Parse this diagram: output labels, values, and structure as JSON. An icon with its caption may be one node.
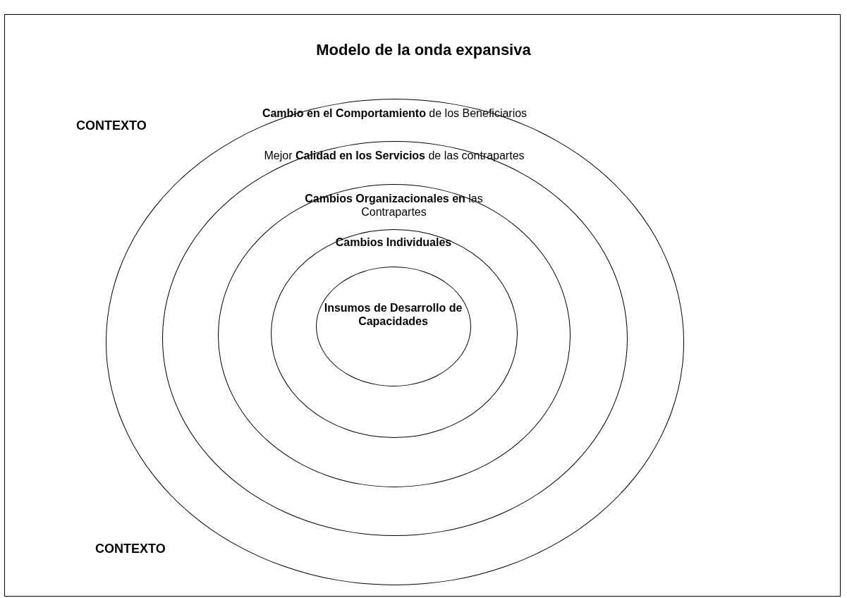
{
  "diagram": {
    "title": "Modelo de la onda expansiva",
    "nodes": [
      {
        "text": [
          "**Cambio en el Comportamiento** de los Beneficiarios"
        ]
      },
      {
        "text": [
          "Mejor **Calidad en los Servicios** de las contrapartes"
        ],
        "in": 0
      },
      {
        "text": [
          "**Cambios Organizacionales en** las Contrapartes"
        ],
        "in": 1
      },
      {
        "text": [
          "Cambios Individuales"
        ],
        "in": 2
      },
      {
        "text": [
          "Insumos de Desarrollo de Capacidades"
        ],
        "in": 3
      }
    ],
    "labels": [
      "CONTEXTO",
      "CONTEXTO"
    ]
  }
}
